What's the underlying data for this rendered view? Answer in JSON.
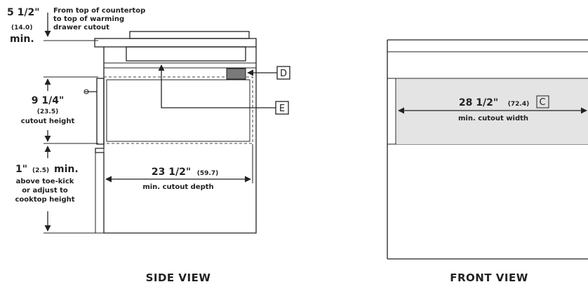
{
  "side_view": {
    "caption": "SIDE VIEW",
    "top_dim": {
      "value": "5 1/2\"",
      "metric": "(14.0)",
      "suffix": "min.",
      "note_line1": "From top of countertop",
      "note_line2": "to top of warming",
      "note_line3": "drawer cutout"
    },
    "height_dim": {
      "value": "9 1/4\"",
      "metric": "(23.5)",
      "label": "cutout height"
    },
    "bottom_dim": {
      "value": "1\"",
      "metric": "(2.5)",
      "suffix": "min.",
      "line1": "above toe-kick",
      "line2": "or adjust to",
      "line3": "cooktop height"
    },
    "depth_dim": {
      "value": "23 1/2\"",
      "metric": "(59.7)",
      "label": "min. cutout depth"
    },
    "callout_d": "D",
    "callout_e": "E"
  },
  "front_view": {
    "caption": "FRONT VIEW",
    "width_dim": {
      "value": "28 1/2\"",
      "metric": "(72.4)",
      "label": "min. cutout width"
    },
    "callout_c": "C"
  },
  "colors": {
    "line": "#222222",
    "cutout_fill": "#e4e4e4",
    "dark_block": "#7a7a7a"
  }
}
